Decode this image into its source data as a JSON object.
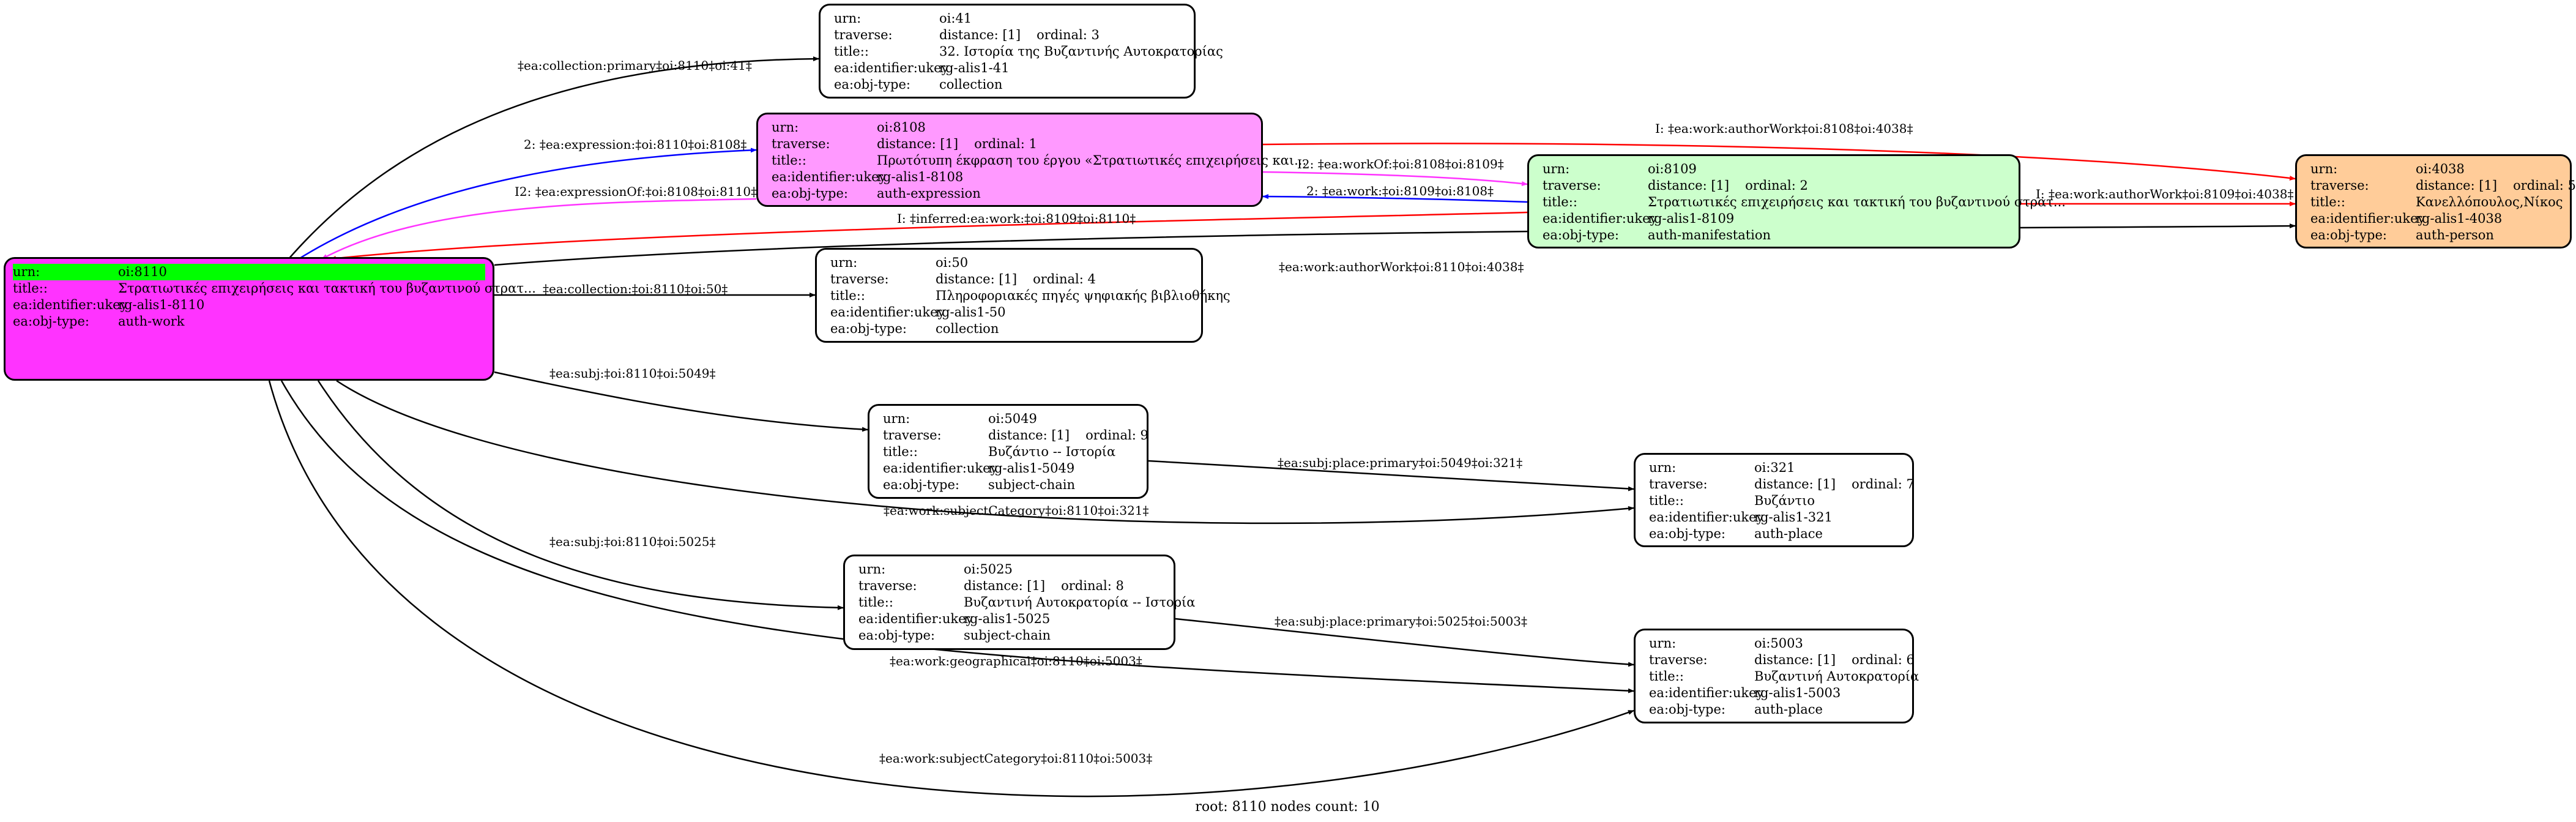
{
  "footer": "root: 8110 nodes count: 10",
  "colors": {
    "root_fill": "#ff33ff",
    "root_header": "#00ff00",
    "expression_fill": "#ff99ff",
    "manifestation_fill": "#ccffcc",
    "person_fill": "#ffcc99",
    "default_fill": "#ffffff",
    "edge_black": "#000000",
    "edge_red": "#ff0000",
    "edge_blue": "#0000ff",
    "edge_magenta": "#ff33ff"
  },
  "nodes": {
    "n8110": {
      "urn_key": "urn:",
      "urn": "oi:8110",
      "title_key": "title::",
      "title": "Στρατιωτικές επιχειρήσεις και τακτική του βυζαντινού στρατ...",
      "ukey_key": "ea:identifier:ukey",
      "ukey": "rg-alis1-8110",
      "type_key": "ea:obj-type:",
      "type": "auth-work"
    },
    "n41": {
      "urn_key": "urn:",
      "urn": "oi:41",
      "traverse_key": "traverse:",
      "distance": "distance: [1]",
      "ordinal": "ordinal: 3",
      "title_key": "title::",
      "title": "32. Ιστορία της Βυζαντινής Αυτοκρατορίας",
      "ukey_key": "ea:identifier:ukey",
      "ukey": "rg-alis1-41",
      "type_key": "ea:obj-type:",
      "type": "collection"
    },
    "n8108": {
      "urn_key": "urn:",
      "urn": "oi:8108",
      "traverse_key": "traverse:",
      "distance": "distance: [1]",
      "ordinal": "ordinal: 1",
      "title_key": "title::",
      "title": "Πρωτότυπη έκφραση του έργου «Στρατιωτικές επιχειρήσεις και...",
      "ukey_key": "ea:identifier:ukey",
      "ukey": "rg-alis1-8108",
      "type_key": "ea:obj-type:",
      "type": "auth-expression"
    },
    "n8109": {
      "urn_key": "urn:",
      "urn": "oi:8109",
      "traverse_key": "traverse:",
      "distance": "distance: [1]",
      "ordinal": "ordinal: 2",
      "title_key": "title::",
      "title": "Στρατιωτικές επιχειρήσεις και τακτική του βυζαντινού στρατ...",
      "ukey_key": "ea:identifier:ukey",
      "ukey": "rg-alis1-8109",
      "type_key": "ea:obj-type:",
      "type": "auth-manifestation"
    },
    "n4038": {
      "urn_key": "urn:",
      "urn": "oi:4038",
      "traverse_key": "traverse:",
      "distance": "distance: [1]",
      "ordinal": "ordinal: 5",
      "title_key": "title::",
      "title": "Κανελλόπουλος,Νίκος",
      "ukey_key": "ea:identifier:ukey",
      "ukey": "rg-alis1-4038",
      "type_key": "ea:obj-type:",
      "type": "auth-person"
    },
    "n50": {
      "urn_key": "urn:",
      "urn": "oi:50",
      "traverse_key": "traverse:",
      "distance": "distance: [1]",
      "ordinal": "ordinal: 4",
      "title_key": "title::",
      "title": "Πληροφοριακές πηγές ψηφιακής βιβλιοθήκης",
      "ukey_key": "ea:identifier:ukey",
      "ukey": "rg-alis1-50",
      "type_key": "ea:obj-type:",
      "type": "collection"
    },
    "n5049": {
      "urn_key": "urn:",
      "urn": "oi:5049",
      "traverse_key": "traverse:",
      "distance": "distance: [1]",
      "ordinal": "ordinal: 9",
      "title_key": "title::",
      "title": "Βυζάντιο -- Ιστορία",
      "ukey_key": "ea:identifier:ukey",
      "ukey": "rg-alis1-5049",
      "type_key": "ea:obj-type:",
      "type": "subject-chain"
    },
    "n321": {
      "urn_key": "urn:",
      "urn": "oi:321",
      "traverse_key": "traverse:",
      "distance": "distance: [1]",
      "ordinal": "ordinal: 7",
      "title_key": "title::",
      "title": "Βυζάντιο",
      "ukey_key": "ea:identifier:ukey",
      "ukey": "rg-alis1-321",
      "type_key": "ea:obj-type:",
      "type": "auth-place"
    },
    "n5025": {
      "urn_key": "urn:",
      "urn": "oi:5025",
      "traverse_key": "traverse:",
      "distance": "distance: [1]",
      "ordinal": "ordinal: 8",
      "title_key": "title::",
      "title": "Βυζαντινή Αυτοκρατορία -- Ιστορία",
      "ukey_key": "ea:identifier:ukey",
      "ukey": "rg-alis1-5025",
      "type_key": "ea:obj-type:",
      "type": "subject-chain"
    },
    "n5003": {
      "urn_key": "urn:",
      "urn": "oi:5003",
      "traverse_key": "traverse:",
      "distance": "distance: [1]",
      "ordinal": "ordinal: 6",
      "title_key": "title::",
      "title": "Βυζαντινή Αυτοκρατορία",
      "ukey_key": "ea:identifier:ukey",
      "ukey": "rg-alis1-5003",
      "type_key": "ea:obj-type:",
      "type": "auth-place"
    }
  },
  "edges": {
    "e_coll_41": "‡ea:collection:primary‡oi:8110‡oi:41‡",
    "e_expr": "2: ‡ea:expression:‡oi:8110‡oi:8108‡",
    "e_exprof": "I2: ‡ea:expressionOf:‡oi:8108‡oi:8110‡",
    "e_inferred": "I: ‡inferred:ea:work:‡oi:8109‡oi:8110‡",
    "e_aw_8108": "I: ‡ea:work:authorWork‡oi:8108‡oi:4038‡",
    "e_workof": "I2: ‡ea:workOf:‡oi:8108‡oi:8109‡",
    "e_work": "2: ‡ea:work:‡oi:8109‡oi:8108‡",
    "e_aw_8109": "I: ‡ea:work:authorWork‡oi:8109‡oi:4038‡",
    "e_aw_8110": "‡ea:work:authorWork‡oi:8110‡oi:4038‡",
    "e_coll_50": "‡ea:collection:‡oi:8110‡oi:50‡",
    "e_subj_5049": "‡ea:subj:‡oi:8110‡oi:5049‡",
    "e_place_321": "‡ea:subj:place:primary‡oi:5049‡oi:321‡",
    "e_subjcat_321": "‡ea:work:subjectCategory‡oi:8110‡oi:321‡",
    "e_subj_5025": "‡ea:subj:‡oi:8110‡oi:5025‡",
    "e_place_5003": "‡ea:subj:place:primary‡oi:5025‡oi:5003‡",
    "e_geo": "‡ea:work:geographical‡oi:8110‡oi:5003‡",
    "e_subjcat_5003": "‡ea:work:subjectCategory‡oi:8110‡oi:5003‡"
  }
}
